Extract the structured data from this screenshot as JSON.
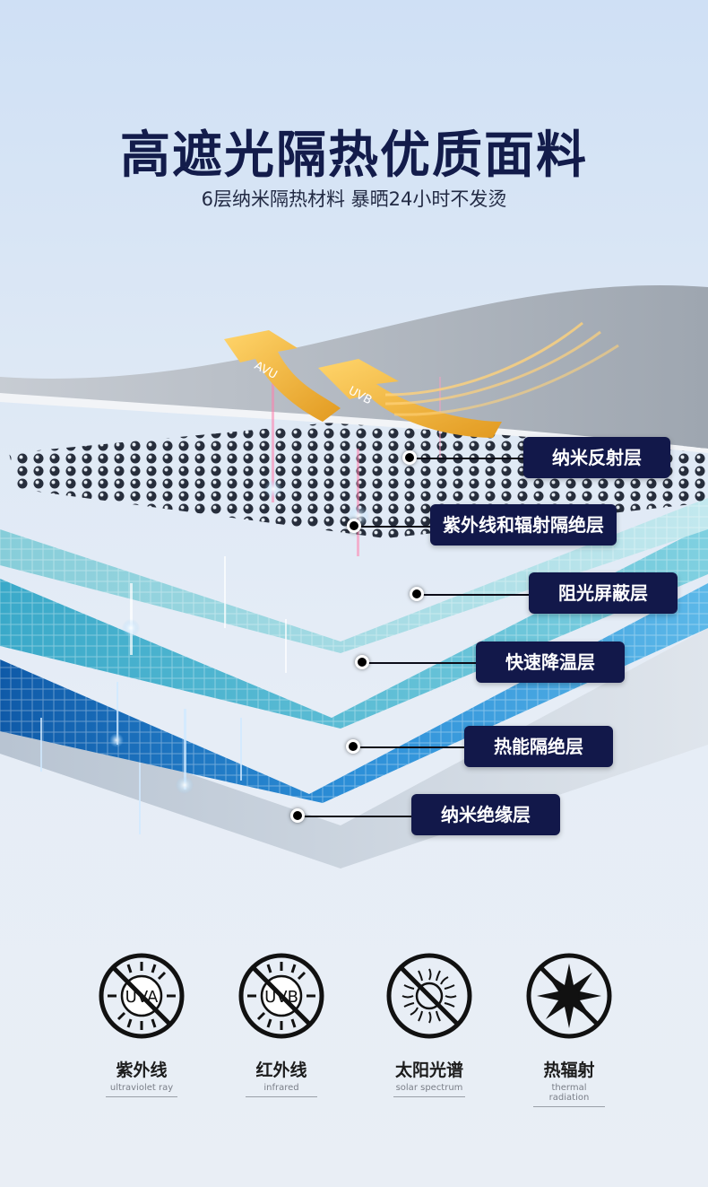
{
  "header": {
    "title": "高遮光隔热优质面料",
    "subtitle": "6层纳米隔热材料 暴晒24小时不发烫"
  },
  "arrows": {
    "left_text": "AVU",
    "right_text": "UVB"
  },
  "layers": [
    {
      "label": "纳米反射层"
    },
    {
      "label": "紫外线和辐射隔绝层"
    },
    {
      "label": "阻光屏蔽层"
    },
    {
      "label": "快速降温层"
    },
    {
      "label": "热能隔绝层"
    },
    {
      "label": "纳米绝缘层"
    }
  ],
  "features": [
    {
      "name": "紫外线",
      "en": "ultraviolet ray",
      "icon": "no-uva-icon",
      "icon_text": "UVA"
    },
    {
      "name": "红外线",
      "en": "infrared",
      "icon": "no-uvb-icon",
      "icon_text": "UVB"
    },
    {
      "name": "太阳光谱",
      "en": "solar spectrum",
      "icon": "no-sun-icon"
    },
    {
      "name": "热辐射",
      "en": "thermal radiation",
      "icon": "no-radiation-icon"
    }
  ],
  "colors": {
    "label_bg": "#12184a",
    "title": "#131c4b",
    "arrow": "#f1b73a"
  }
}
